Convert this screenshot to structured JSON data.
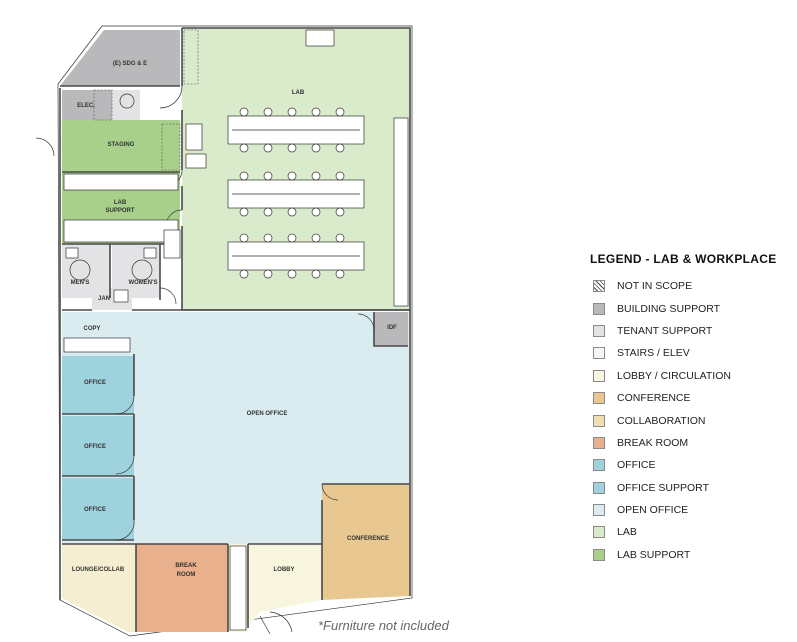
{
  "colors": {
    "lab": "#d9ebcb",
    "lab_support": "#a8d08a",
    "office": "#9ed2dc",
    "open_office": "#daecef",
    "conference": "#e8c890",
    "break_room": "#e8b08c",
    "lounge": "#f5eed0",
    "lobby": "#f8f6de",
    "building_support": "#b9b9bb",
    "tenant_support": "#e3e3e5"
  },
  "rooms": {
    "sdg": "(E) SDG & E",
    "elec": "ELEC.",
    "lab": "LAB",
    "staging": "STAGING",
    "lab_support_line1": "LAB",
    "lab_support_line2": "SUPPORT",
    "mens": "MEN'S",
    "womens": "WOMEN'S",
    "jan": "JAN",
    "copy": "COPY",
    "idf": "IDF",
    "office_1": "OFFICE",
    "office_2": "OFFICE",
    "office_3": "OFFICE",
    "open_office": "OPEN OFFICE",
    "conference": "CONFERENCE",
    "lounge": "LOUNGE/COLLAB",
    "break_line1": "BREAK",
    "break_line2": "ROOM",
    "lobby": "LOBBY"
  },
  "legend": {
    "title": "LEGEND - LAB & WORKPLACE",
    "items": [
      {
        "label": "NOT IN SCOPE",
        "color": "#ffffff",
        "icon": "hatch-icon"
      },
      {
        "label": "BUILDING SUPPORT",
        "color": "#b9b9bb",
        "icon": "swatch-icon"
      },
      {
        "label": "TENANT SUPPORT",
        "color": "#e3e3e5",
        "icon": "swatch-icon"
      },
      {
        "label": "STAIRS / ELEV",
        "color": "#f6f6f6",
        "icon": "swatch-icon"
      },
      {
        "label": "LOBBY / CIRCULATION",
        "color": "#f8f6de",
        "icon": "swatch-icon"
      },
      {
        "label": "CONFERENCE",
        "color": "#e8c890",
        "icon": "swatch-icon"
      },
      {
        "label": "COLLABORATION",
        "color": "#f1deb0",
        "icon": "swatch-icon"
      },
      {
        "label": "BREAK ROOM",
        "color": "#e8b08c",
        "icon": "swatch-icon"
      },
      {
        "label": "OFFICE",
        "color": "#9ed2dc",
        "icon": "swatch-icon"
      },
      {
        "label": "OFFICE SUPPORT",
        "color": "#9ed2dc",
        "icon": "swatch-icon"
      },
      {
        "label": "OPEN OFFICE",
        "color": "#daecef",
        "icon": "swatch-icon"
      },
      {
        "label": "LAB",
        "color": "#d9ebcb",
        "icon": "swatch-icon"
      },
      {
        "label": "LAB SUPPORT",
        "color": "#a8d08a",
        "icon": "swatch-icon"
      }
    ]
  },
  "footnote": "*Furniture not included"
}
